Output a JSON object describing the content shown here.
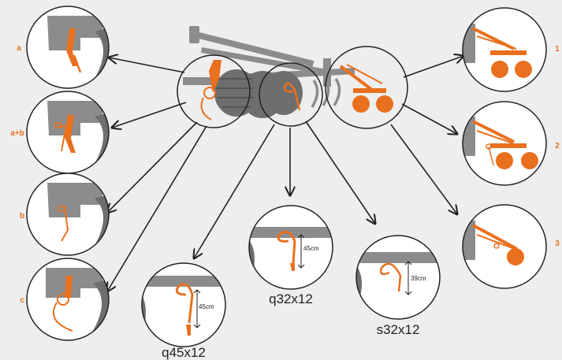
{
  "colors": {
    "accent": "#e8701e",
    "machine": "#8c8c8c",
    "background": "#eeeeee",
    "text": "#222222"
  },
  "left_options": [
    {
      "label": "a"
    },
    {
      "label": "a+b"
    },
    {
      "label": "b"
    },
    {
      "label": "c"
    }
  ],
  "right_options": [
    {
      "label": "1"
    },
    {
      "label": "2"
    },
    {
      "label": "3"
    }
  ],
  "tines": [
    {
      "caption": "q45x12",
      "depth": "45cm"
    },
    {
      "caption": "q32x12",
      "depth": "45cm"
    },
    {
      "caption": "s32x12",
      "depth": "39cm"
    }
  ]
}
